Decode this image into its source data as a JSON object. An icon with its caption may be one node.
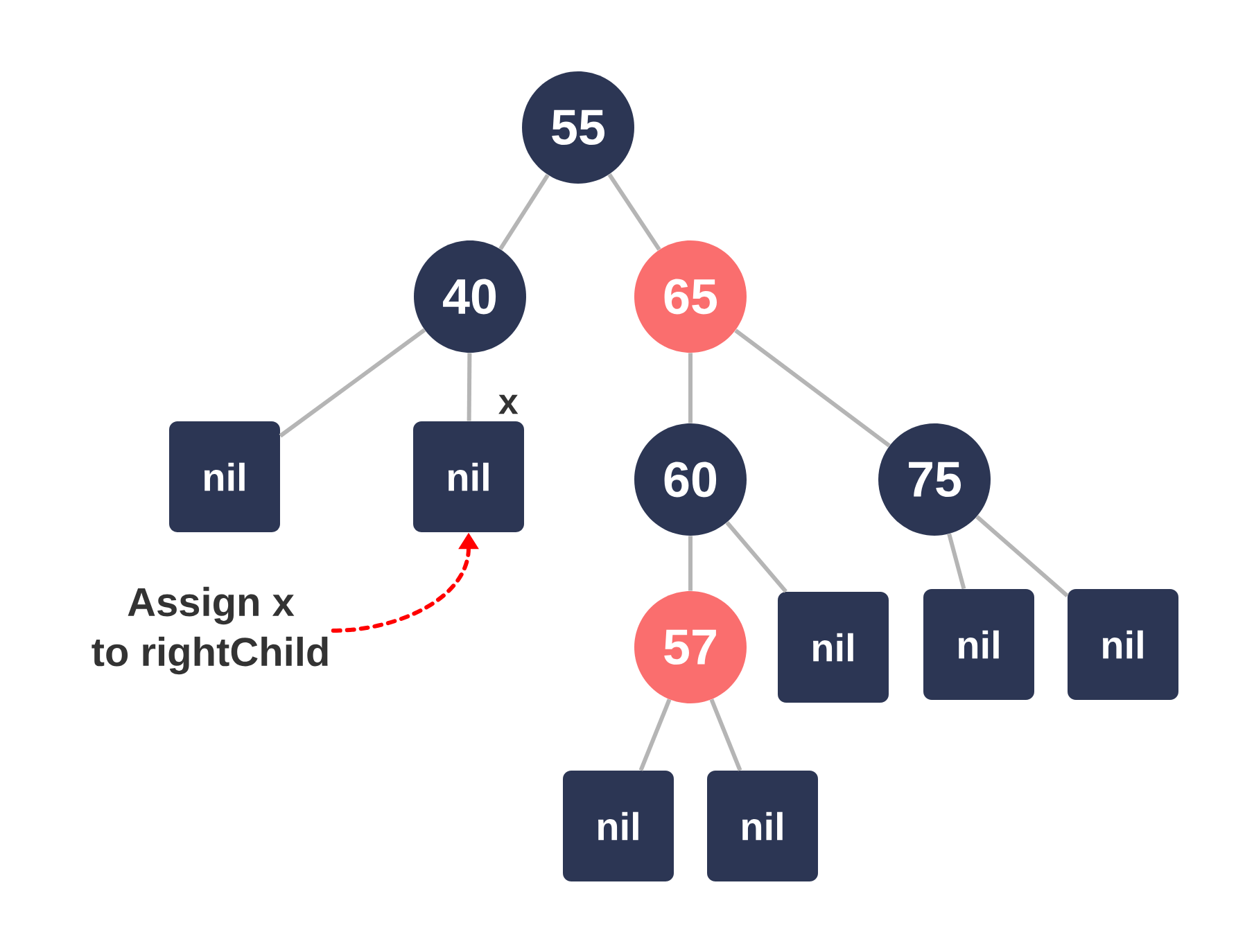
{
  "diagram": {
    "nodes": [
      {
        "text": [
          "55"
        ]
      },
      {
        "text": [
          "40"
        ]
      },
      {
        "text": [
          "65"
        ]
      },
      {
        "text": [
          "nil"
        ]
      },
      {
        "text": [
          "nil"
        ],
        "beside": [
          "x"
        ]
      },
      {
        "text": [
          "60"
        ]
      },
      {
        "text": [
          "75"
        ]
      },
      {
        "text": [
          "57"
        ]
      },
      {
        "text": [
          "nil"
        ]
      },
      {
        "text": [
          "nil"
        ]
      },
      {
        "text": [
          "nil"
        ]
      },
      {
        "text": [
          "nil"
        ]
      },
      {
        "text": [
          "nil"
        ]
      },
      {
        "text": [
          "Assign x",
          "to rightChild"
        ]
      }
    ],
    "edges": [
      {
        "from": 0,
        "to": 1,
        "arrow": "none"
      },
      {
        "from": 0,
        "to": 2,
        "arrow": "none"
      },
      {
        "from": 1,
        "to": 3,
        "arrow": "none"
      },
      {
        "from": 1,
        "to": 4,
        "arrow": "none"
      },
      {
        "from": 2,
        "to": 5,
        "arrow": "none"
      },
      {
        "from": 2,
        "to": 6,
        "arrow": "none"
      },
      {
        "from": 5,
        "to": 7,
        "arrow": "none"
      },
      {
        "from": 5,
        "to": 8,
        "arrow": "none"
      },
      {
        "from": 6,
        "to": 9,
        "arrow": "none"
      },
      {
        "from": 6,
        "to": 10,
        "arrow": "none"
      },
      {
        "from": 7,
        "to": 11,
        "arrow": "none"
      },
      {
        "from": 7,
        "to": 12,
        "arrow": "none"
      },
      {
        "from": 13,
        "to": 4,
        "arrow": "to",
        "style": "dashed",
        "color": "#ff0000"
      }
    ]
  }
}
